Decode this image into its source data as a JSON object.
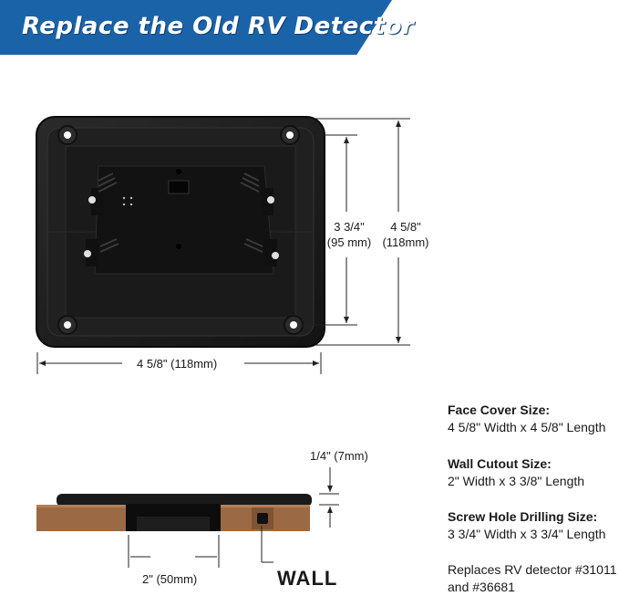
{
  "banner": {
    "title": "Replace the Old RV Detector"
  },
  "top_view": {
    "inner_height_in": "3 3/4\"",
    "inner_height_mm": "(95 mm)",
    "outer_height_in": "4 5/8\"",
    "outer_height_mm": "(118mm)",
    "width_label": "4 5/8\" (118mm)"
  },
  "side_view": {
    "thickness_label": "1/4\" (7mm)",
    "cutout_label": "2\" (50mm)",
    "wall_label": "WALL"
  },
  "specs": [
    {
      "title": "Face Cover Size:",
      "value": "4 5/8\" Width x 4 5/8\" Length"
    },
    {
      "title": "Wall Cutout Size:",
      "value": "2\" Width x 3 3/8\" Length"
    },
    {
      "title": "Screw Hole Drilling Size:",
      "value": "3 3/4\" Width x 3 3/4\"  Length"
    }
  ],
  "replaces": {
    "line1": "Replaces RV detector #31011",
    "line2": "and #36681"
  },
  "colors": {
    "banner": "#1b63a8",
    "cover": "#1c1c1c",
    "wood": "#9b6a45"
  }
}
